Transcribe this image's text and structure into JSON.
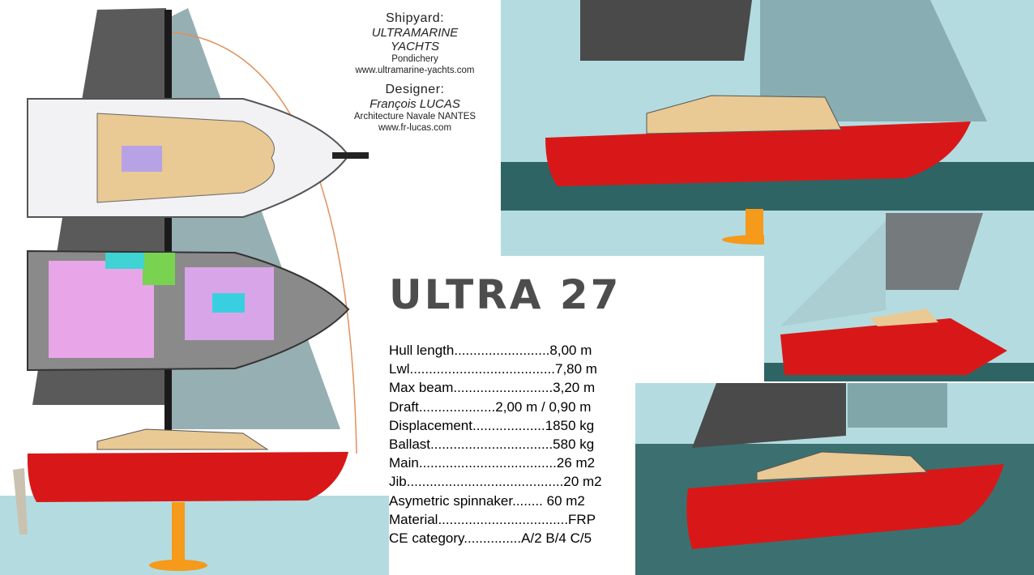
{
  "credits": {
    "shipyard_label": "Shipyard:",
    "shipyard_name_1": "ULTRAMARINE",
    "shipyard_name_2": "YACHTS",
    "shipyard_city": "Pondichery",
    "shipyard_web": "www.ultramarine-yachts.com",
    "designer_label": "Designer:",
    "designer_name": "François LUCAS",
    "designer_firm": "Architecture Navale NANTES",
    "designer_web": "www.fr-lucas.com"
  },
  "title": "ULTRA 27",
  "specs": [
    "Hull length.........................8,00 m",
    "Lwl......................................7,80 m",
    "Max beam..........................3,20 m",
    "Draft....................2,00 m / 0,90 m",
    "Displacement...................1850 kg",
    "Ballast................................580 kg",
    "Main....................................26 m2",
    "Jib.........................................20 m2",
    "Asymetric spinnaker........   60 m2",
    "Material..................................FRP",
    "CE category...............A/2   B/4  C/5"
  ],
  "colors": {
    "hull_red": "#d81818",
    "sail_grey": "#5a5a5a",
    "water": "#b4dce0",
    "deck_tan": "#e9c994",
    "keel_orange": "#f59a1a",
    "title_grey": "#4d4d4d"
  }
}
